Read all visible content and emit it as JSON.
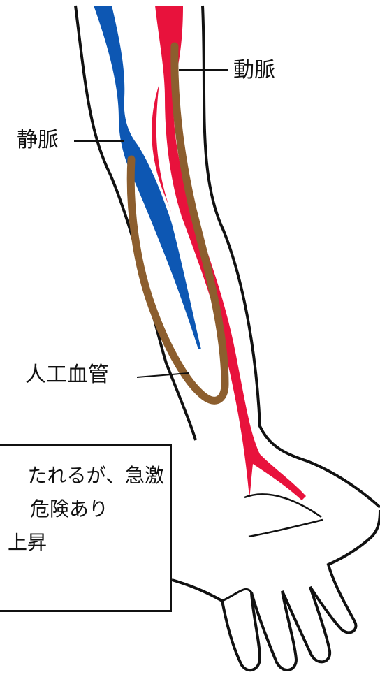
{
  "labels": {
    "artery": "動脈",
    "vein": "静脈",
    "graft": "人工血管"
  },
  "note": {
    "lines": [
      "たれるが、急激",
      "危険あり",
      "上昇"
    ]
  },
  "colors": {
    "artery": "#e8123c",
    "vein": "#0d57b3",
    "graft": "#8c5e2e",
    "outline": "#111111"
  }
}
